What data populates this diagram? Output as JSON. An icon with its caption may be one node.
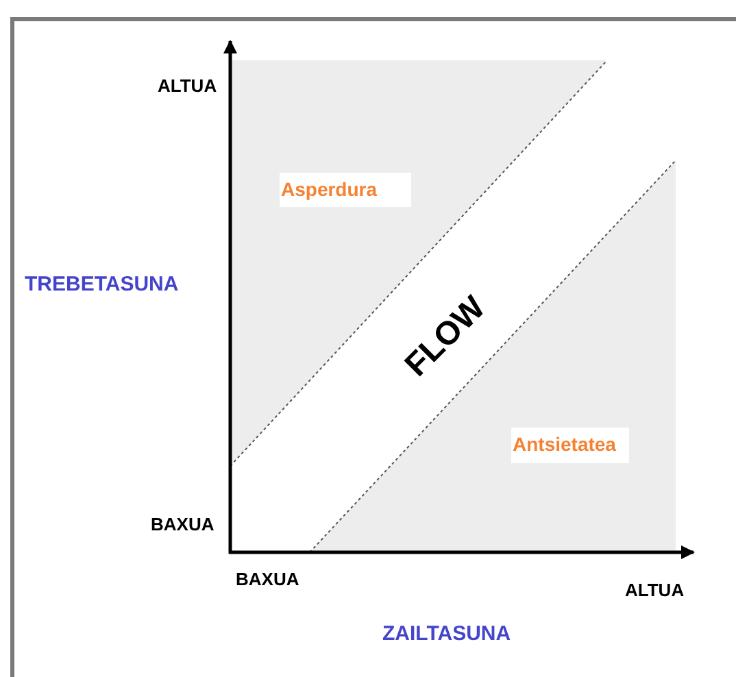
{
  "diagram": {
    "labels": [
      "ALTUA",
      "Asperdura",
      "TREBETASUNA",
      "FLOW",
      "Antsietatea",
      "BAXUA",
      "BAXUA",
      "ALTUA",
      "ZAILTASUNA"
    ]
  }
}
